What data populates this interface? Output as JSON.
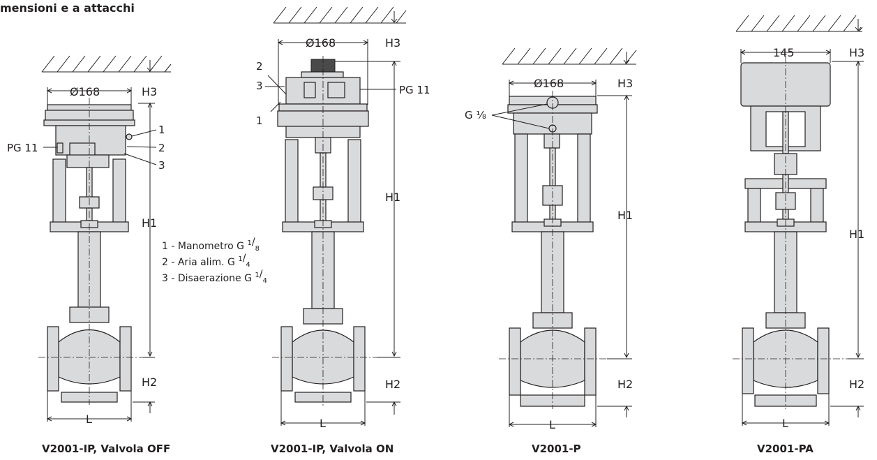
{
  "page_title": "mensioni e a attacchi",
  "legend": {
    "item1": {
      "text": "1 - Manometro G ",
      "sup": "1",
      "sub": "8"
    },
    "item2": {
      "text": "2 - Aria alim. G ",
      "sup": "1",
      "sub": "4"
    },
    "item3": {
      "text": "3 - Disaerazione G ",
      "sup": "1",
      "sub": "4"
    }
  },
  "views": [
    {
      "caption": "V2001-IP, Valvola OFF",
      "diameter": "Ø168",
      "h1": "H1",
      "h2": "H2",
      "h3": "H3",
      "l": "L",
      "pg": "PG 11",
      "ports": [
        "1",
        "2",
        "3"
      ]
    },
    {
      "caption": "V2001-IP, Valvola ON",
      "diameter": "Ø168",
      "h1": "H1",
      "h2": "H2",
      "h3": "H3",
      "l": "L",
      "pg": "PG 11",
      "ports": [
        "2",
        "3",
        "1"
      ]
    },
    {
      "caption": "V2001-P",
      "diameter": "Ø168",
      "h1": "H1",
      "h2": "H2",
      "h3": "H3",
      "l": "L",
      "g": "G ⅛"
    },
    {
      "caption": "V2001-PA",
      "width": "145",
      "h1": "H1",
      "h2": "H2",
      "h3": "H3",
      "l": "L"
    }
  ]
}
